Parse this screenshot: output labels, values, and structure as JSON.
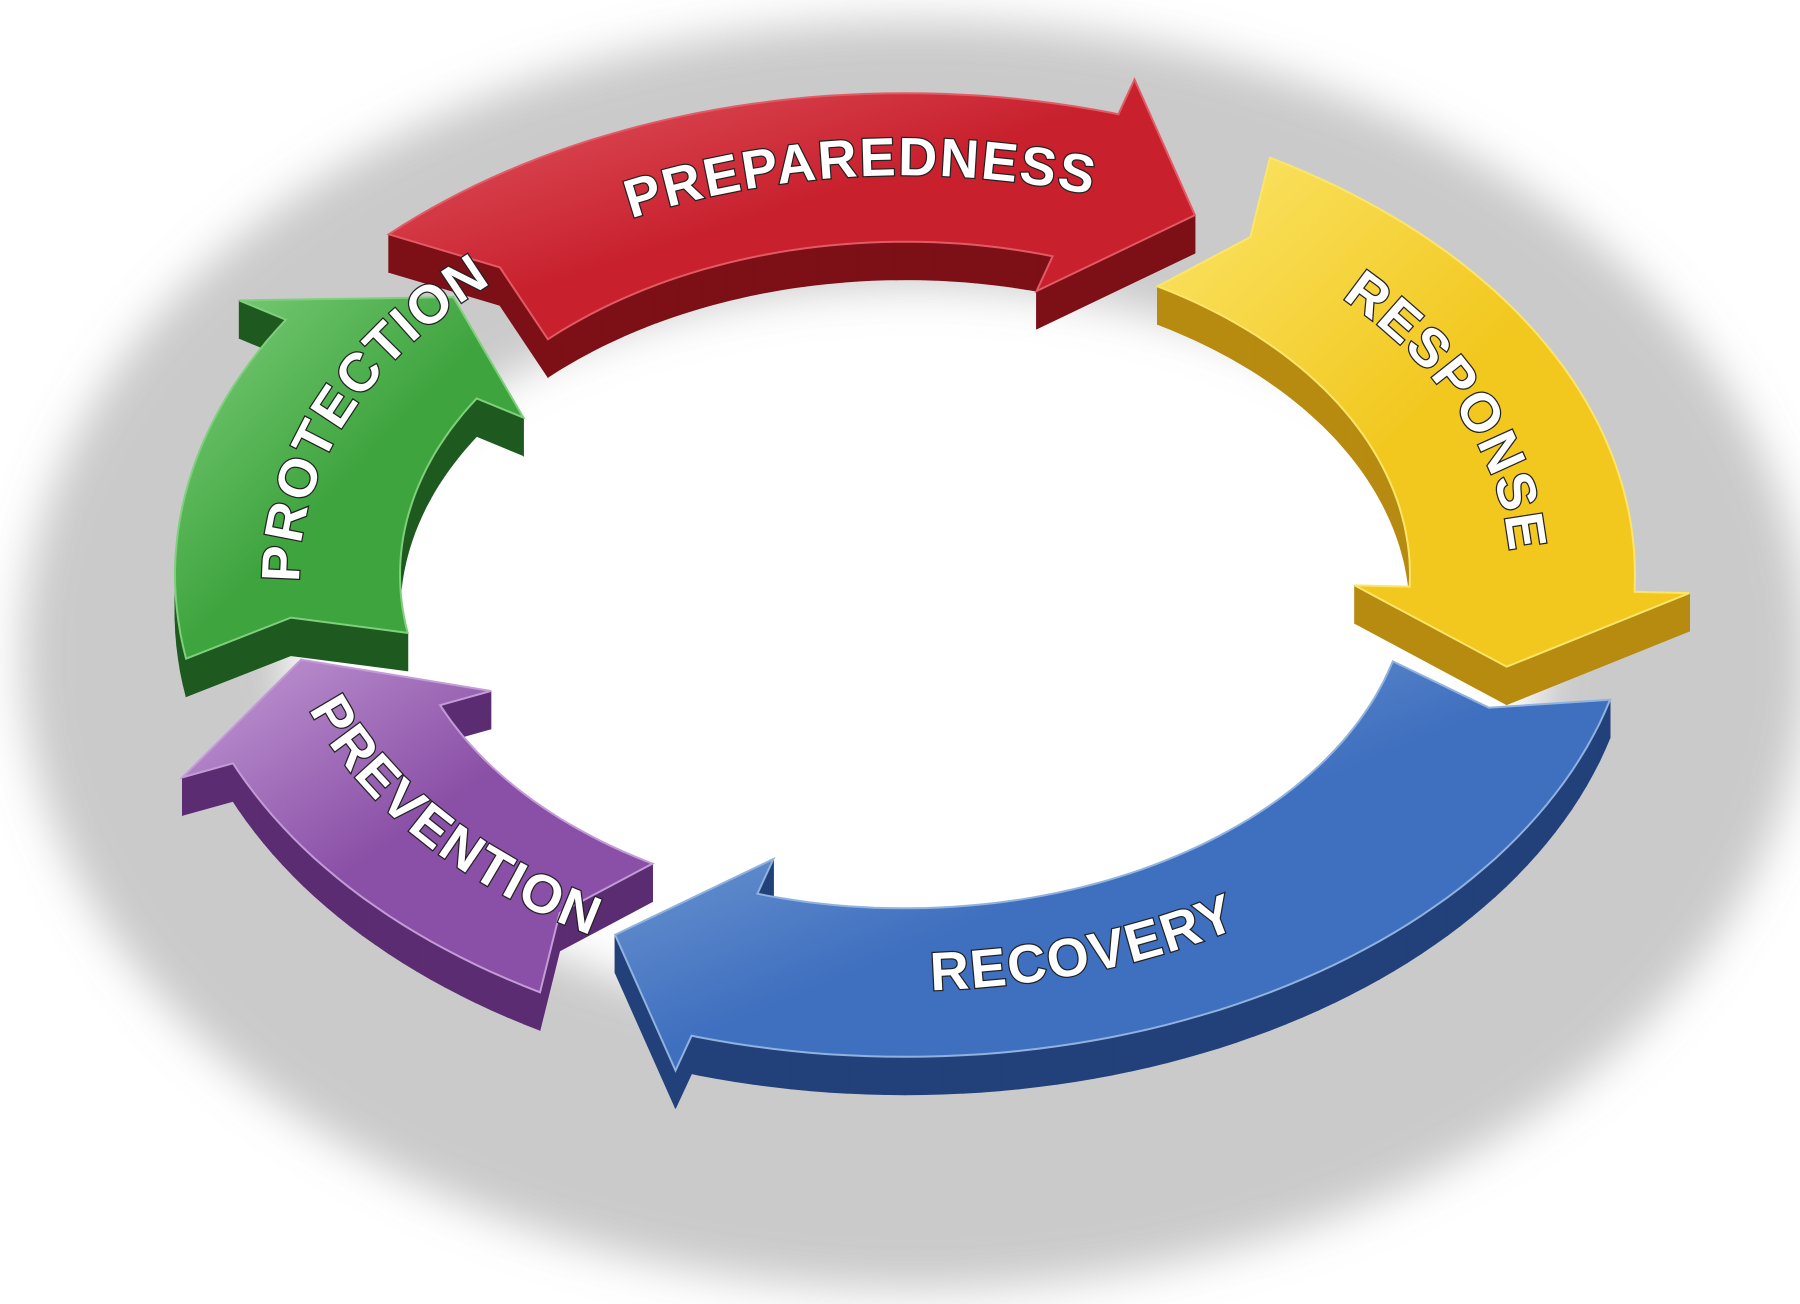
{
  "diagram": {
    "segments": [
      {
        "id": "preparedness",
        "label": "PREPAREDNESS",
        "color": "#c8202d",
        "dark": "#7d0f17",
        "light": "#e25a63"
      },
      {
        "id": "response",
        "label": "RESPONSE",
        "color": "#f2c81f",
        "dark": "#b78a10",
        "light": "#fbe56a"
      },
      {
        "id": "recovery",
        "label": "RECOVERY",
        "color": "#3f6fbf",
        "dark": "#22407a",
        "light": "#8fb3de"
      },
      {
        "id": "prevention",
        "label": "PREVENTION",
        "color": "#8a4fa6",
        "dark": "#5b2c72",
        "light": "#c39bd6"
      },
      {
        "id": "protection",
        "label": "PROTECTION",
        "color": "#3ea43e",
        "dark": "#1e5a1f",
        "light": "#7fcf7c"
      }
    ],
    "flow": "clockwise"
  }
}
